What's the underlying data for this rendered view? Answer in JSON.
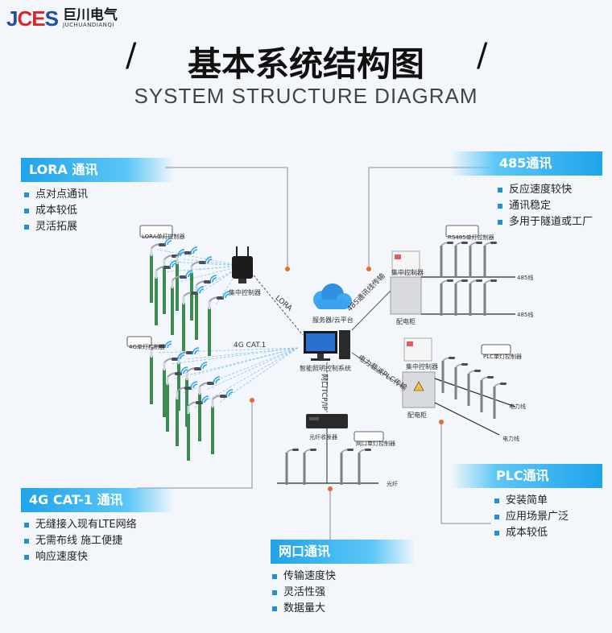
{
  "logo": {
    "mark_a": "J",
    "mark_b": "CE",
    "mark_c": "S",
    "cn": "巨川电气",
    "en": "JUCHUANDIANQI"
  },
  "title": "基本系统结构图",
  "slash": "/",
  "subtitle": "SYSTEM STRUCTURE DIAGRAM",
  "sections": {
    "lora": {
      "title": "LORA 通讯",
      "items": [
        "点对点通讯",
        "成本较低",
        "灵活拓展"
      ]
    },
    "rs485": {
      "title": "485通讯",
      "items": [
        "反应速度较快",
        "通讯稳定",
        "多用于隧道或工厂"
      ]
    },
    "cat1": {
      "title": "4G CAT-1 通讯",
      "items": [
        "无缝接入现有LTE网络",
        "无需布线 施工便捷",
        "响应速度快"
      ]
    },
    "plc": {
      "title": "PLC通讯",
      "items": [
        "安装简单",
        "应用场景广泛",
        "成本较低"
      ]
    },
    "net": {
      "title": "网口通讯",
      "items": [
        "传输速度快",
        "灵活性强",
        "数据量大"
      ]
    }
  },
  "diagram": {
    "lora_controller": "LORA单灯控制器",
    "cat1_controller": "4G单灯控制器",
    "rs485_controller": "RS485单灯控制器",
    "plc_controller": "PLC单灯控制器",
    "net_controller": "网口单灯控制器",
    "concentrator": "集中控制器",
    "cloud": "服务器/云平台",
    "system": "智能照明控制系统",
    "link_lora": "LORA",
    "link_cat1": "4G CAT.1",
    "link_485": "485通讯线传输",
    "link_plc": "电力载波PLC传输",
    "link_net": "网口TCP/IP",
    "cabinet": "配电柜",
    "line_485": "485线",
    "line_power": "电力线",
    "fiber_trans": "光纤收发器",
    "fiber": "光纤"
  },
  "colors": {
    "accent": "#1fa3ea",
    "connector": "#e56a2b",
    "line": "#3b3b3b"
  }
}
